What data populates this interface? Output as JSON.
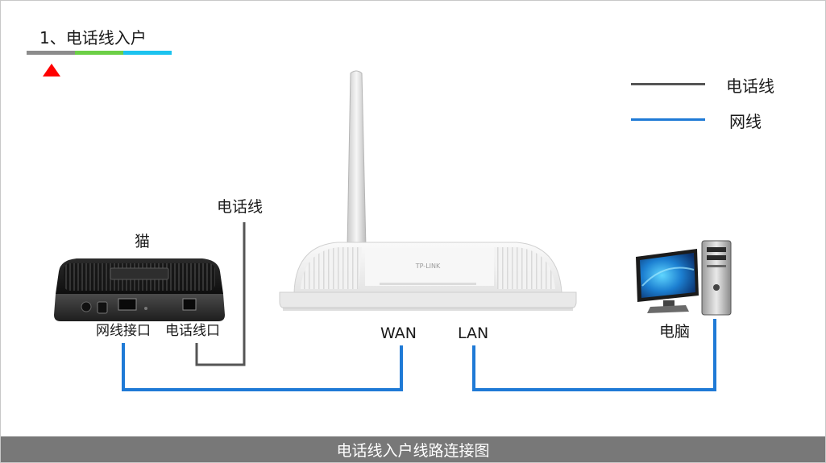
{
  "header": {
    "step_title": "1、电话线入户",
    "tab_colors": [
      "#8c8c8c",
      "#6ccf46",
      "#1cc3ef"
    ],
    "marker_color": "#ff0000"
  },
  "legend": [
    {
      "label": "电话线",
      "color": "#555555"
    },
    {
      "label": "网线",
      "color": "#1f7ad6"
    }
  ],
  "devices": {
    "modem": {
      "name": "猫",
      "lan_port": "网线接口",
      "phone_port": "电话线口"
    },
    "router": {
      "wan_port": "WAN",
      "lan_port": "LAN",
      "brand": "TP-LINK"
    },
    "computer": {
      "name": "电脑"
    }
  },
  "incoming_line_label": "电话线",
  "footer": {
    "caption": "电话线入户线路连接图"
  }
}
